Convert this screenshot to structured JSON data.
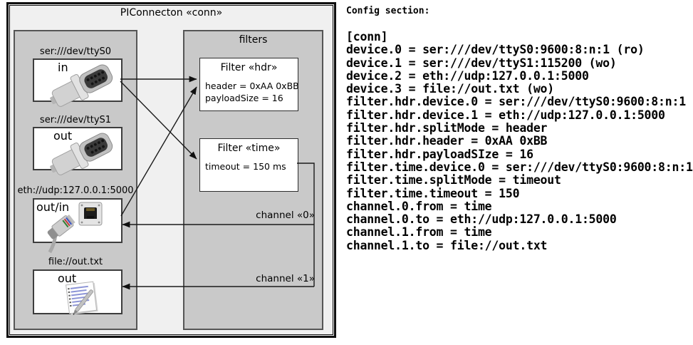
{
  "diagram": {
    "title": "PIConnecton «conn»",
    "devices": [
      {
        "label": "ser:///dev/ttyS0",
        "port": "in",
        "icon": "serial-connector"
      },
      {
        "label": "ser:///dev/ttyS1",
        "port": "out",
        "icon": "serial-connector"
      },
      {
        "label": "eth://udp:127.0.0.1:5000",
        "port": "out/in",
        "icon": "ethernet-jack-and-plug"
      },
      {
        "label": "file://out.txt",
        "port": "out",
        "icon": "notepad-pen"
      }
    ],
    "filters_title": "filters",
    "filters": [
      {
        "title": "Filter «hdr»",
        "attrs": [
          "header = 0xAA 0xBB",
          "payloadSize = 16"
        ]
      },
      {
        "title": "Filter «time»",
        "attrs": [
          "timeout = 150 ms"
        ]
      }
    ],
    "channels": [
      {
        "label": "channel «0»"
      },
      {
        "label": "channel «1»"
      }
    ],
    "colors": {
      "frame_fill": "#f0f0f0",
      "container_fill": "#c9c9c9",
      "box_fill": "#ffffff"
    }
  },
  "config": {
    "heading": "Config section:",
    "lines": [
      "[conn]",
      "device.0 = ser:///dev/ttyS0:9600:8:n:1 (ro)",
      "device.1 = ser:///dev/ttyS1:115200 (wo)",
      "device.2 = eth://udp:127.0.0.1:5000",
      "device.3 = file://out.txt (wo)",
      "filter.hdr.device.0 = ser:///dev/ttyS0:9600:8:n:1",
      "filter.hdr.device.1 = eth://udp:127.0.0.1:5000",
      "filter.hdr.splitMode = header",
      "filter.hdr.header = 0xAA 0xBB",
      "filter.hdr.payloadSIze = 16",
      "filter.time.device.0 = ser:///dev/ttyS0:9600:8:n:1",
      "filter.time.splitMode = timeout",
      "filter.time.timeout = 150",
      "channel.0.from = time",
      "channel.0.to = eth://udp:127.0.0.1:5000",
      "channel.1.from = time",
      "channel.1.to = file://out.txt"
    ]
  }
}
